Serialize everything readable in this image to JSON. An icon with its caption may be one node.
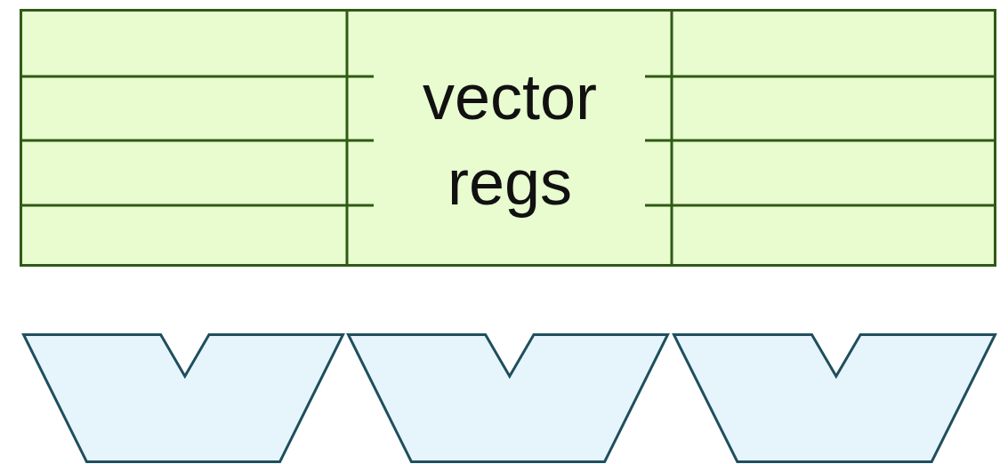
{
  "diagram": {
    "nodes": [
      {
        "text": [
          "vector regs"
        ]
      },
      {
        "text": [],
        "shape": "trapezoid"
      },
      {
        "text": [],
        "shape": "trapezoid"
      },
      {
        "text": [],
        "shape": "trapezoid"
      }
    ]
  }
}
